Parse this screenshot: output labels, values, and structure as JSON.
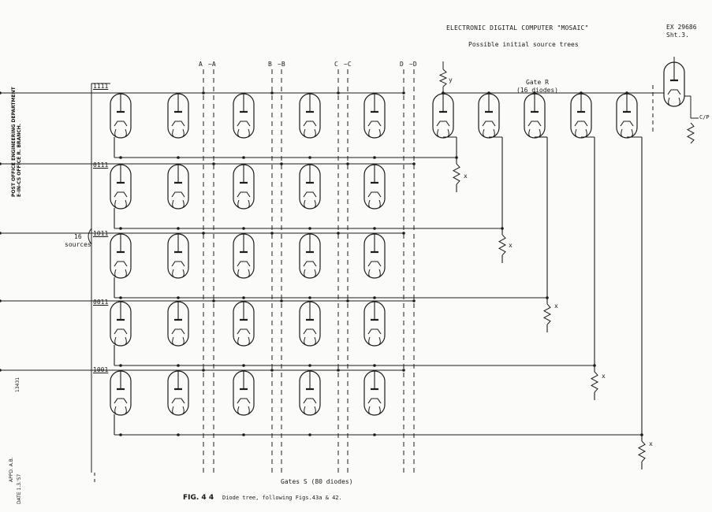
{
  "header": {
    "title": "ELECTRONIC DIGITAL COMPUTER \"MOSAIC\"",
    "subtitle": "Possible initial source trees",
    "ref_no": "EX 29686",
    "sheet": "Sht.3."
  },
  "wires": [
    "A",
    "~A",
    "B",
    "~B",
    "C",
    "~C",
    "D",
    "~D"
  ],
  "row_codes": [
    "1111",
    "0111",
    "1011",
    "0011",
    "1001"
  ],
  "sources": {
    "count": "16",
    "label": "sources"
  },
  "gate_r": {
    "line1": "Gate R",
    "line2": "(16 diodes)"
  },
  "gates_s": "Gates S (80 diodes)",
  "resistor_labels": {
    "x": "x",
    "y": "y"
  },
  "output_label": "C/P",
  "figure": {
    "number": "FIG. 4 4",
    "caption": "Diode tree, following Figs.43a & 42."
  },
  "margin": {
    "dept_line1": "POST OFFICE ENGINEERING DEPARTMENT",
    "dept_line2": "E-IN-CS OFFICE  R. BRANCH.",
    "drawing_no": "13431",
    "appd": "APPD. A.B.",
    "date": "DATE 1.3.'57"
  }
}
